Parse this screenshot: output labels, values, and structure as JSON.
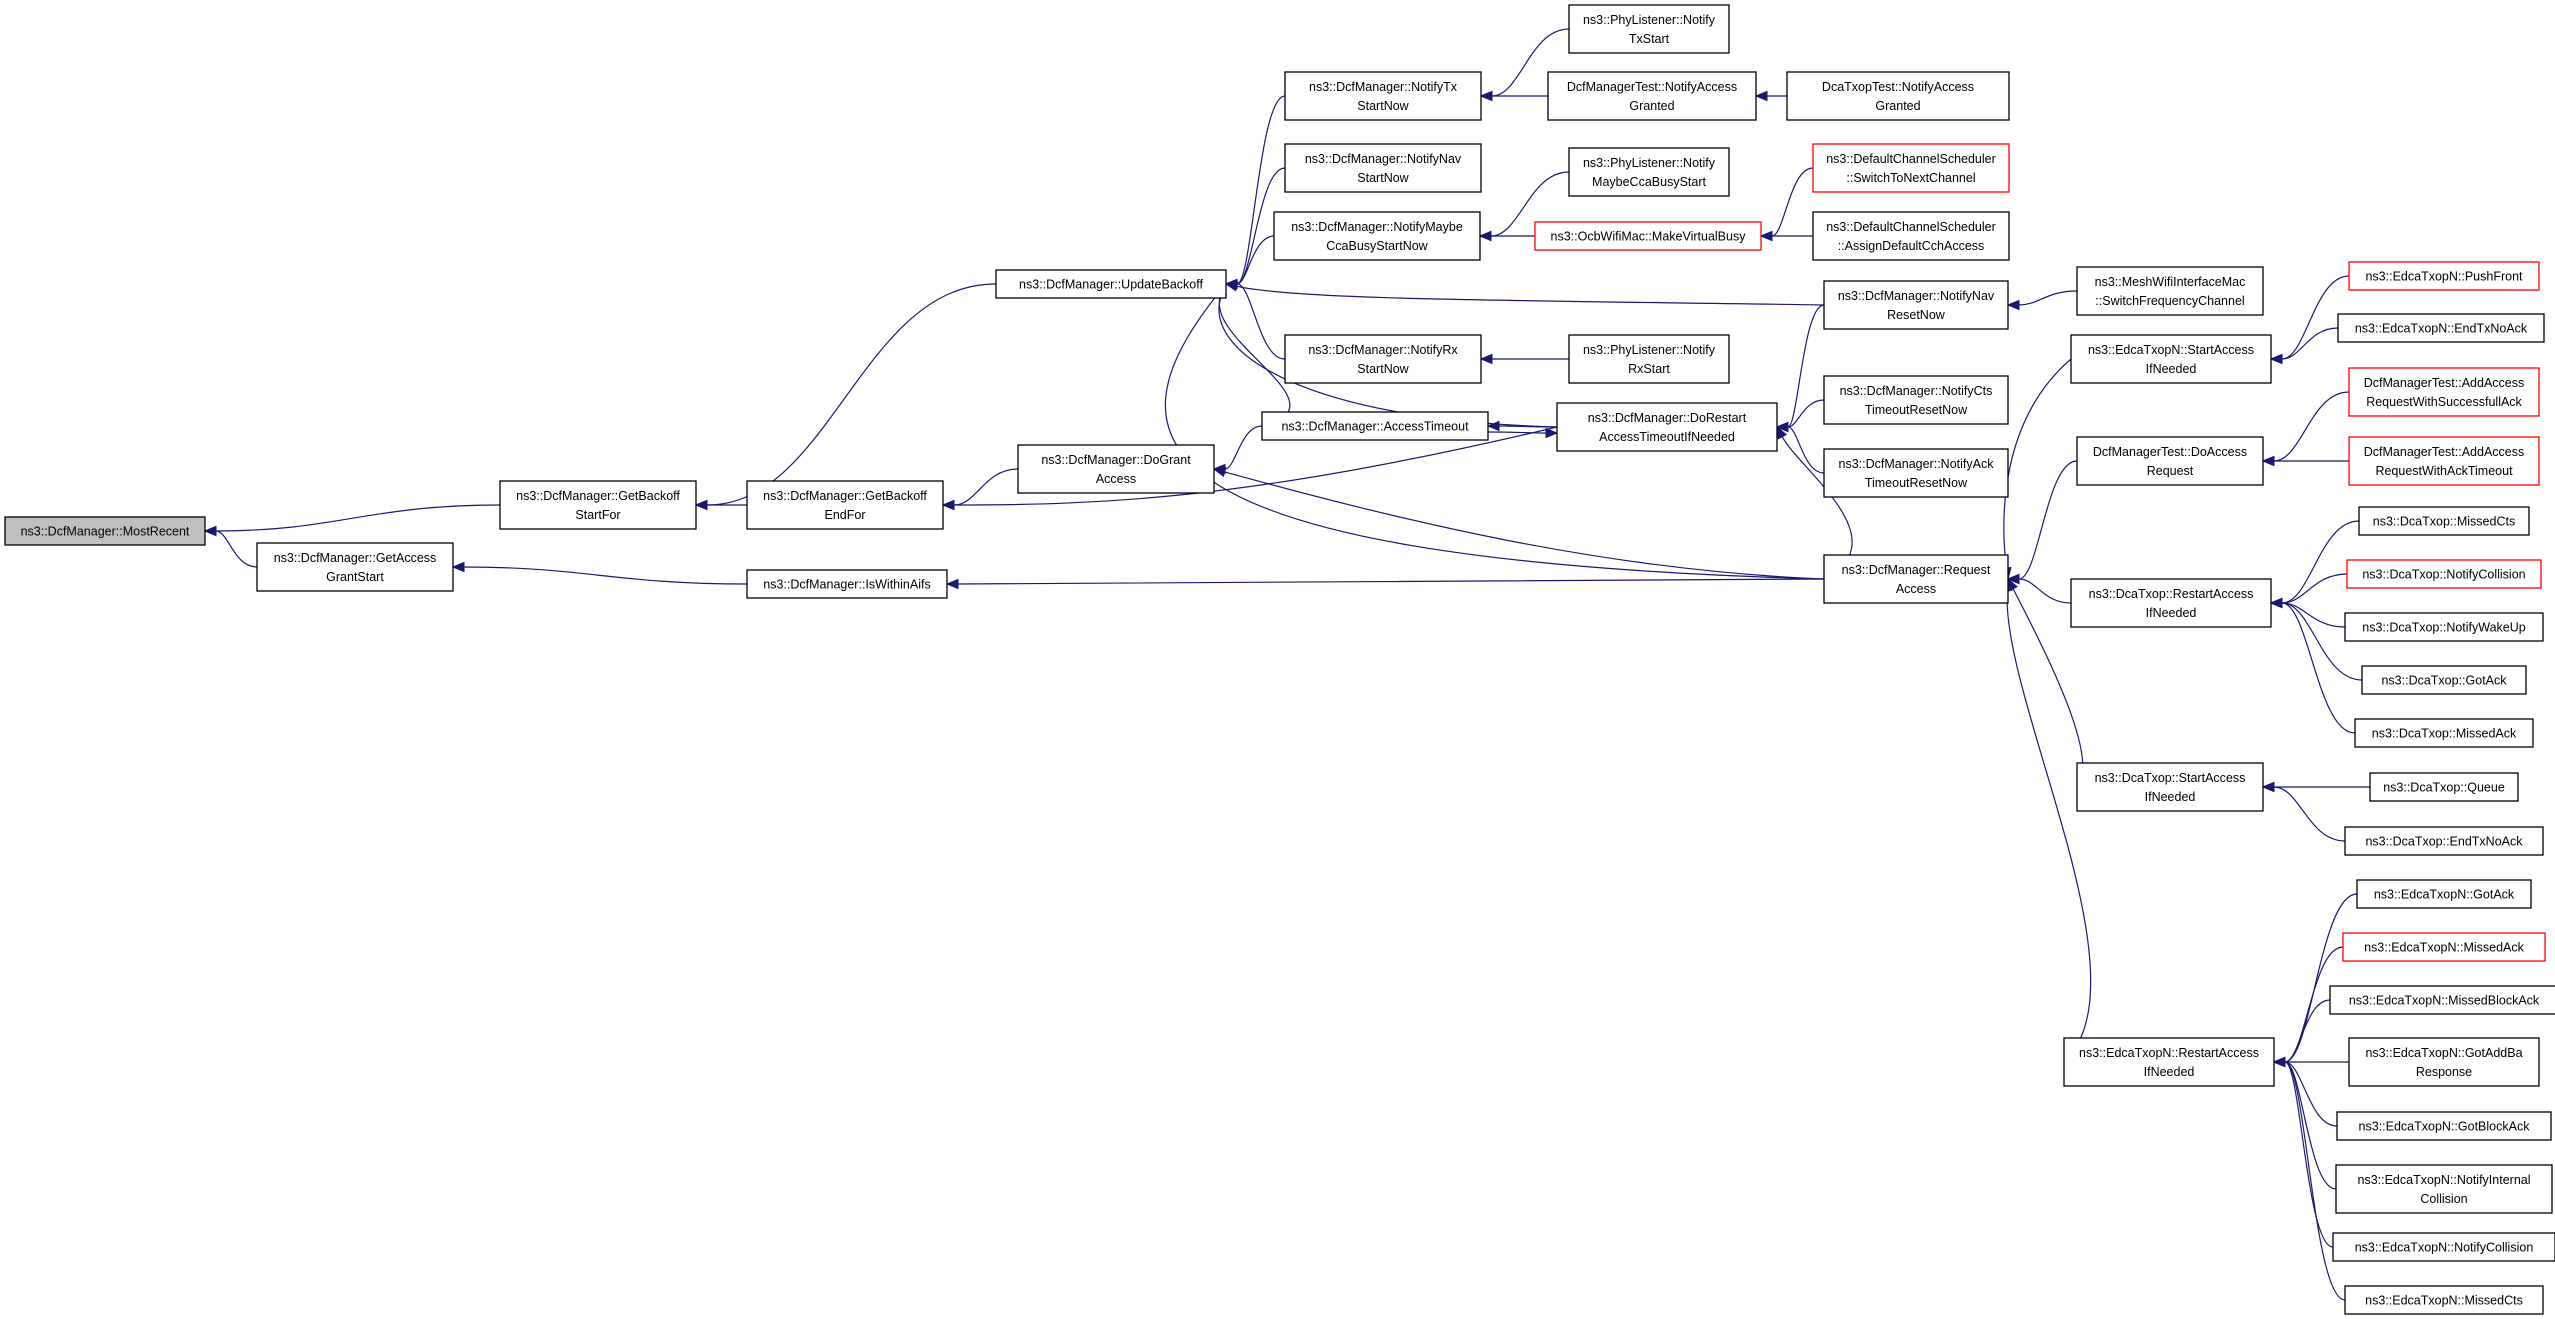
{
  "diagram": {
    "type": "caller-graph",
    "colors": {
      "edge": "#191970",
      "node_border": "#000000",
      "truncated_border": "#ff0000",
      "highlight_fill": "#bfbfbf",
      "background": "#ffffff"
    },
    "nodes": [
      {
        "id": "n0",
        "lines": [
          "ns3::DcfManager::MostRecent"
        ],
        "style": "highlight"
      },
      {
        "id": "n1",
        "lines": [
          "ns3::DcfManager::GetBackoff",
          "StartFor"
        ]
      },
      {
        "id": "n2",
        "lines": [
          "ns3::DcfManager::GetAccess",
          "GrantStart"
        ]
      },
      {
        "id": "n3",
        "lines": [
          "ns3::DcfManager::UpdateBackoff"
        ]
      },
      {
        "id": "n4",
        "lines": [
          "ns3::DcfManager::GetBackoff",
          "EndFor"
        ]
      },
      {
        "id": "n5",
        "lines": [
          "ns3::DcfManager::IsWithinAifs"
        ]
      },
      {
        "id": "n6",
        "lines": [
          "ns3::DcfManager::DoGrant",
          "Access"
        ]
      },
      {
        "id": "n7",
        "lines": [
          "ns3::DcfManager::NotifyTx",
          "StartNow"
        ]
      },
      {
        "id": "n8",
        "lines": [
          "ns3::DcfManager::NotifyNav",
          "StartNow"
        ]
      },
      {
        "id": "n9",
        "lines": [
          "ns3::DcfManager::NotifyMaybe",
          "CcaBusyStartNow"
        ]
      },
      {
        "id": "n10",
        "lines": [
          "ns3::DcfManager::NotifyRx",
          "StartNow"
        ]
      },
      {
        "id": "n11",
        "lines": [
          "ns3::DcfManager::AccessTimeout"
        ]
      },
      {
        "id": "n12",
        "lines": [
          "ns3::PhyListener::Notify",
          "TxStart"
        ]
      },
      {
        "id": "n13",
        "lines": [
          "DcfManagerTest::NotifyAccess",
          "Granted"
        ]
      },
      {
        "id": "n14",
        "lines": [
          "ns3::PhyListener::Notify",
          "MaybeCcaBusyStart"
        ]
      },
      {
        "id": "n15",
        "lines": [
          "ns3::OcbWifiMac::MakeVirtualBusy"
        ],
        "style": "truncated"
      },
      {
        "id": "n16",
        "lines": [
          "ns3::PhyListener::Notify",
          "RxStart"
        ]
      },
      {
        "id": "n17",
        "lines": [
          "ns3::DcfManager::DoRestart",
          "AccessTimeoutIfNeeded"
        ]
      },
      {
        "id": "n18",
        "lines": [
          "DcaTxopTest::NotifyAccess",
          "Granted"
        ]
      },
      {
        "id": "n19",
        "lines": [
          "ns3::DefaultChannelScheduler",
          "::SwitchToNextChannel"
        ],
        "style": "truncated"
      },
      {
        "id": "n20",
        "lines": [
          "ns3::DefaultChannelScheduler",
          "::AssignDefaultCchAccess"
        ]
      },
      {
        "id": "n21",
        "lines": [
          "ns3::DcfManager::NotifyNav",
          "ResetNow"
        ]
      },
      {
        "id": "n22",
        "lines": [
          "ns3::DcfManager::NotifyCts",
          "TimeoutResetNow"
        ]
      },
      {
        "id": "n23",
        "lines": [
          "ns3::DcfManager::NotifyAck",
          "TimeoutResetNow"
        ]
      },
      {
        "id": "n24",
        "lines": [
          "ns3::DcfManager::Request",
          "Access"
        ]
      },
      {
        "id": "n25",
        "lines": [
          "ns3::MeshWifiInterfaceMac",
          "::SwitchFrequencyChannel"
        ]
      },
      {
        "id": "n26",
        "lines": [
          "ns3::EdcaTxopN::StartAccess",
          "IfNeeded"
        ]
      },
      {
        "id": "n27",
        "lines": [
          "DcfManagerTest::DoAccess",
          "Request"
        ]
      },
      {
        "id": "n28",
        "lines": [
          "ns3::DcaTxop::RestartAccess",
          "IfNeeded"
        ]
      },
      {
        "id": "n29",
        "lines": [
          "ns3::DcaTxop::StartAccess",
          "IfNeeded"
        ]
      },
      {
        "id": "n30",
        "lines": [
          "ns3::EdcaTxopN::RestartAccess",
          "IfNeeded"
        ]
      },
      {
        "id": "n31",
        "lines": [
          "ns3::EdcaTxopN::PushFront"
        ],
        "style": "truncated"
      },
      {
        "id": "n32",
        "lines": [
          "ns3::EdcaTxopN::EndTxNoAck"
        ]
      },
      {
        "id": "n33",
        "lines": [
          "DcfManagerTest::AddAccess",
          "RequestWithSuccessfullAck"
        ],
        "style": "truncated"
      },
      {
        "id": "n34",
        "lines": [
          "DcfManagerTest::AddAccess",
          "RequestWithAckTimeout"
        ],
        "style": "truncated"
      },
      {
        "id": "n35",
        "lines": [
          "ns3::DcaTxop::MissedCts"
        ]
      },
      {
        "id": "n36",
        "lines": [
          "ns3::DcaTxop::NotifyCollision"
        ],
        "style": "truncated"
      },
      {
        "id": "n37",
        "lines": [
          "ns3::DcaTxop::NotifyWakeUp"
        ]
      },
      {
        "id": "n38",
        "lines": [
          "ns3::DcaTxop::GotAck"
        ]
      },
      {
        "id": "n39",
        "lines": [
          "ns3::DcaTxop::MissedAck"
        ]
      },
      {
        "id": "n40",
        "lines": [
          "ns3::DcaTxop::Queue"
        ]
      },
      {
        "id": "n41",
        "lines": [
          "ns3::DcaTxop::EndTxNoAck"
        ]
      },
      {
        "id": "n42",
        "lines": [
          "ns3::EdcaTxopN::GotAck"
        ]
      },
      {
        "id": "n43",
        "lines": [
          "ns3::EdcaTxopN::MissedAck"
        ],
        "style": "truncated"
      },
      {
        "id": "n44",
        "lines": [
          "ns3::EdcaTxopN::MissedBlockAck"
        ]
      },
      {
        "id": "n45",
        "lines": [
          "ns3::EdcaTxopN::GotAddBa",
          "Response"
        ]
      },
      {
        "id": "n46",
        "lines": [
          "ns3::EdcaTxopN::GotBlockAck"
        ]
      },
      {
        "id": "n47",
        "lines": [
          "ns3::EdcaTxopN::NotifyInternal",
          "Collision"
        ]
      },
      {
        "id": "n48",
        "lines": [
          "ns3::EdcaTxopN::NotifyCollision"
        ]
      },
      {
        "id": "n49",
        "lines": [
          "ns3::EdcaTxopN::MissedCts"
        ]
      }
    ],
    "edges": [
      [
        "n1",
        "n0"
      ],
      [
        "n2",
        "n0"
      ],
      [
        "n3",
        "n1"
      ],
      [
        "n4",
        "n1"
      ],
      [
        "n5",
        "n2"
      ],
      [
        "n6",
        "n4"
      ],
      [
        "n17",
        "n4"
      ],
      [
        "n24",
        "n5"
      ],
      [
        "n7",
        "n3"
      ],
      [
        "n8",
        "n3"
      ],
      [
        "n9",
        "n3"
      ],
      [
        "n10",
        "n3"
      ],
      [
        "n11",
        "n3"
      ],
      [
        "n24",
        "n3"
      ],
      [
        "n21",
        "n3"
      ],
      [
        "n17",
        "n3"
      ],
      [
        "n11",
        "n6"
      ],
      [
        "n24",
        "n6"
      ],
      [
        "n12",
        "n7"
      ],
      [
        "n13",
        "n7"
      ],
      [
        "n18",
        "n13"
      ],
      [
        "n14",
        "n9"
      ],
      [
        "n15",
        "n9"
      ],
      [
        "n19",
        "n15"
      ],
      [
        "n20",
        "n15"
      ],
      [
        "n16",
        "n10"
      ],
      [
        "n17",
        "n11"
      ],
      [
        "n11",
        "n17"
      ],
      [
        "n21",
        "n17"
      ],
      [
        "n22",
        "n17"
      ],
      [
        "n23",
        "n17"
      ],
      [
        "n24",
        "n17"
      ],
      [
        "n25",
        "n21"
      ],
      [
        "n26",
        "n24"
      ],
      [
        "n27",
        "n24"
      ],
      [
        "n28",
        "n24"
      ],
      [
        "n29",
        "n24"
      ],
      [
        "n30",
        "n24"
      ],
      [
        "n31",
        "n26"
      ],
      [
        "n32",
        "n26"
      ],
      [
        "n33",
        "n27"
      ],
      [
        "n34",
        "n27"
      ],
      [
        "n35",
        "n28"
      ],
      [
        "n36",
        "n28"
      ],
      [
        "n37",
        "n28"
      ],
      [
        "n38",
        "n28"
      ],
      [
        "n39",
        "n28"
      ],
      [
        "n40",
        "n29"
      ],
      [
        "n41",
        "n29"
      ],
      [
        "n42",
        "n30"
      ],
      [
        "n43",
        "n30"
      ],
      [
        "n44",
        "n30"
      ],
      [
        "n45",
        "n30"
      ],
      [
        "n46",
        "n30"
      ],
      [
        "n47",
        "n30"
      ],
      [
        "n48",
        "n30"
      ],
      [
        "n49",
        "n30"
      ]
    ]
  }
}
